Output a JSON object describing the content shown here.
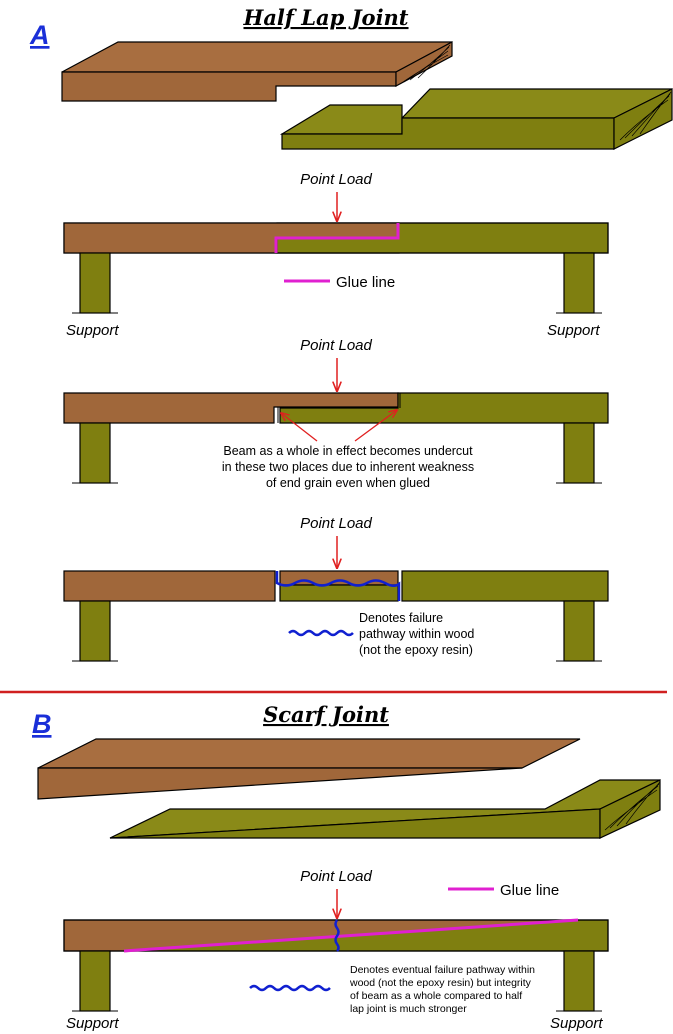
{
  "section_a": {
    "letter": "A",
    "title": "Half  Lap Joint",
    "panel1": {
      "point_load": "Point Load",
      "glue_legend": "Glue line",
      "support_left": "Support",
      "support_right": "Support"
    },
    "panel2": {
      "point_load": "Point Load",
      "note_lines": [
        "Beam as a whole in effect becomes undercut",
        "in these two places due to inherent weakness",
        "of end grain even when glued"
      ]
    },
    "panel3": {
      "point_load": "Point Load",
      "legend_lines": [
        "Denotes failure",
        "pathway within wood",
        "(not the epoxy resin)"
      ]
    }
  },
  "section_b": {
    "letter": "B",
    "title": "Scarf Joint",
    "panel": {
      "point_load": "Point Load",
      "glue_legend": "Glue line",
      "legend_lines": [
        "Denotes eventual failure pathway within",
        "wood (not the epoxy resin) but integrity",
        "of beam as a whole compared to half",
        "lap joint is much stronger"
      ],
      "support_left": "Support",
      "support_right": "Support"
    }
  },
  "colors": {
    "wood_brown": "#a0673a",
    "wood_olive": "#7f7f10",
    "glue": "#e020d0",
    "failure": "#1020d0",
    "arrow": "#e02020",
    "divider": "#d02020"
  }
}
